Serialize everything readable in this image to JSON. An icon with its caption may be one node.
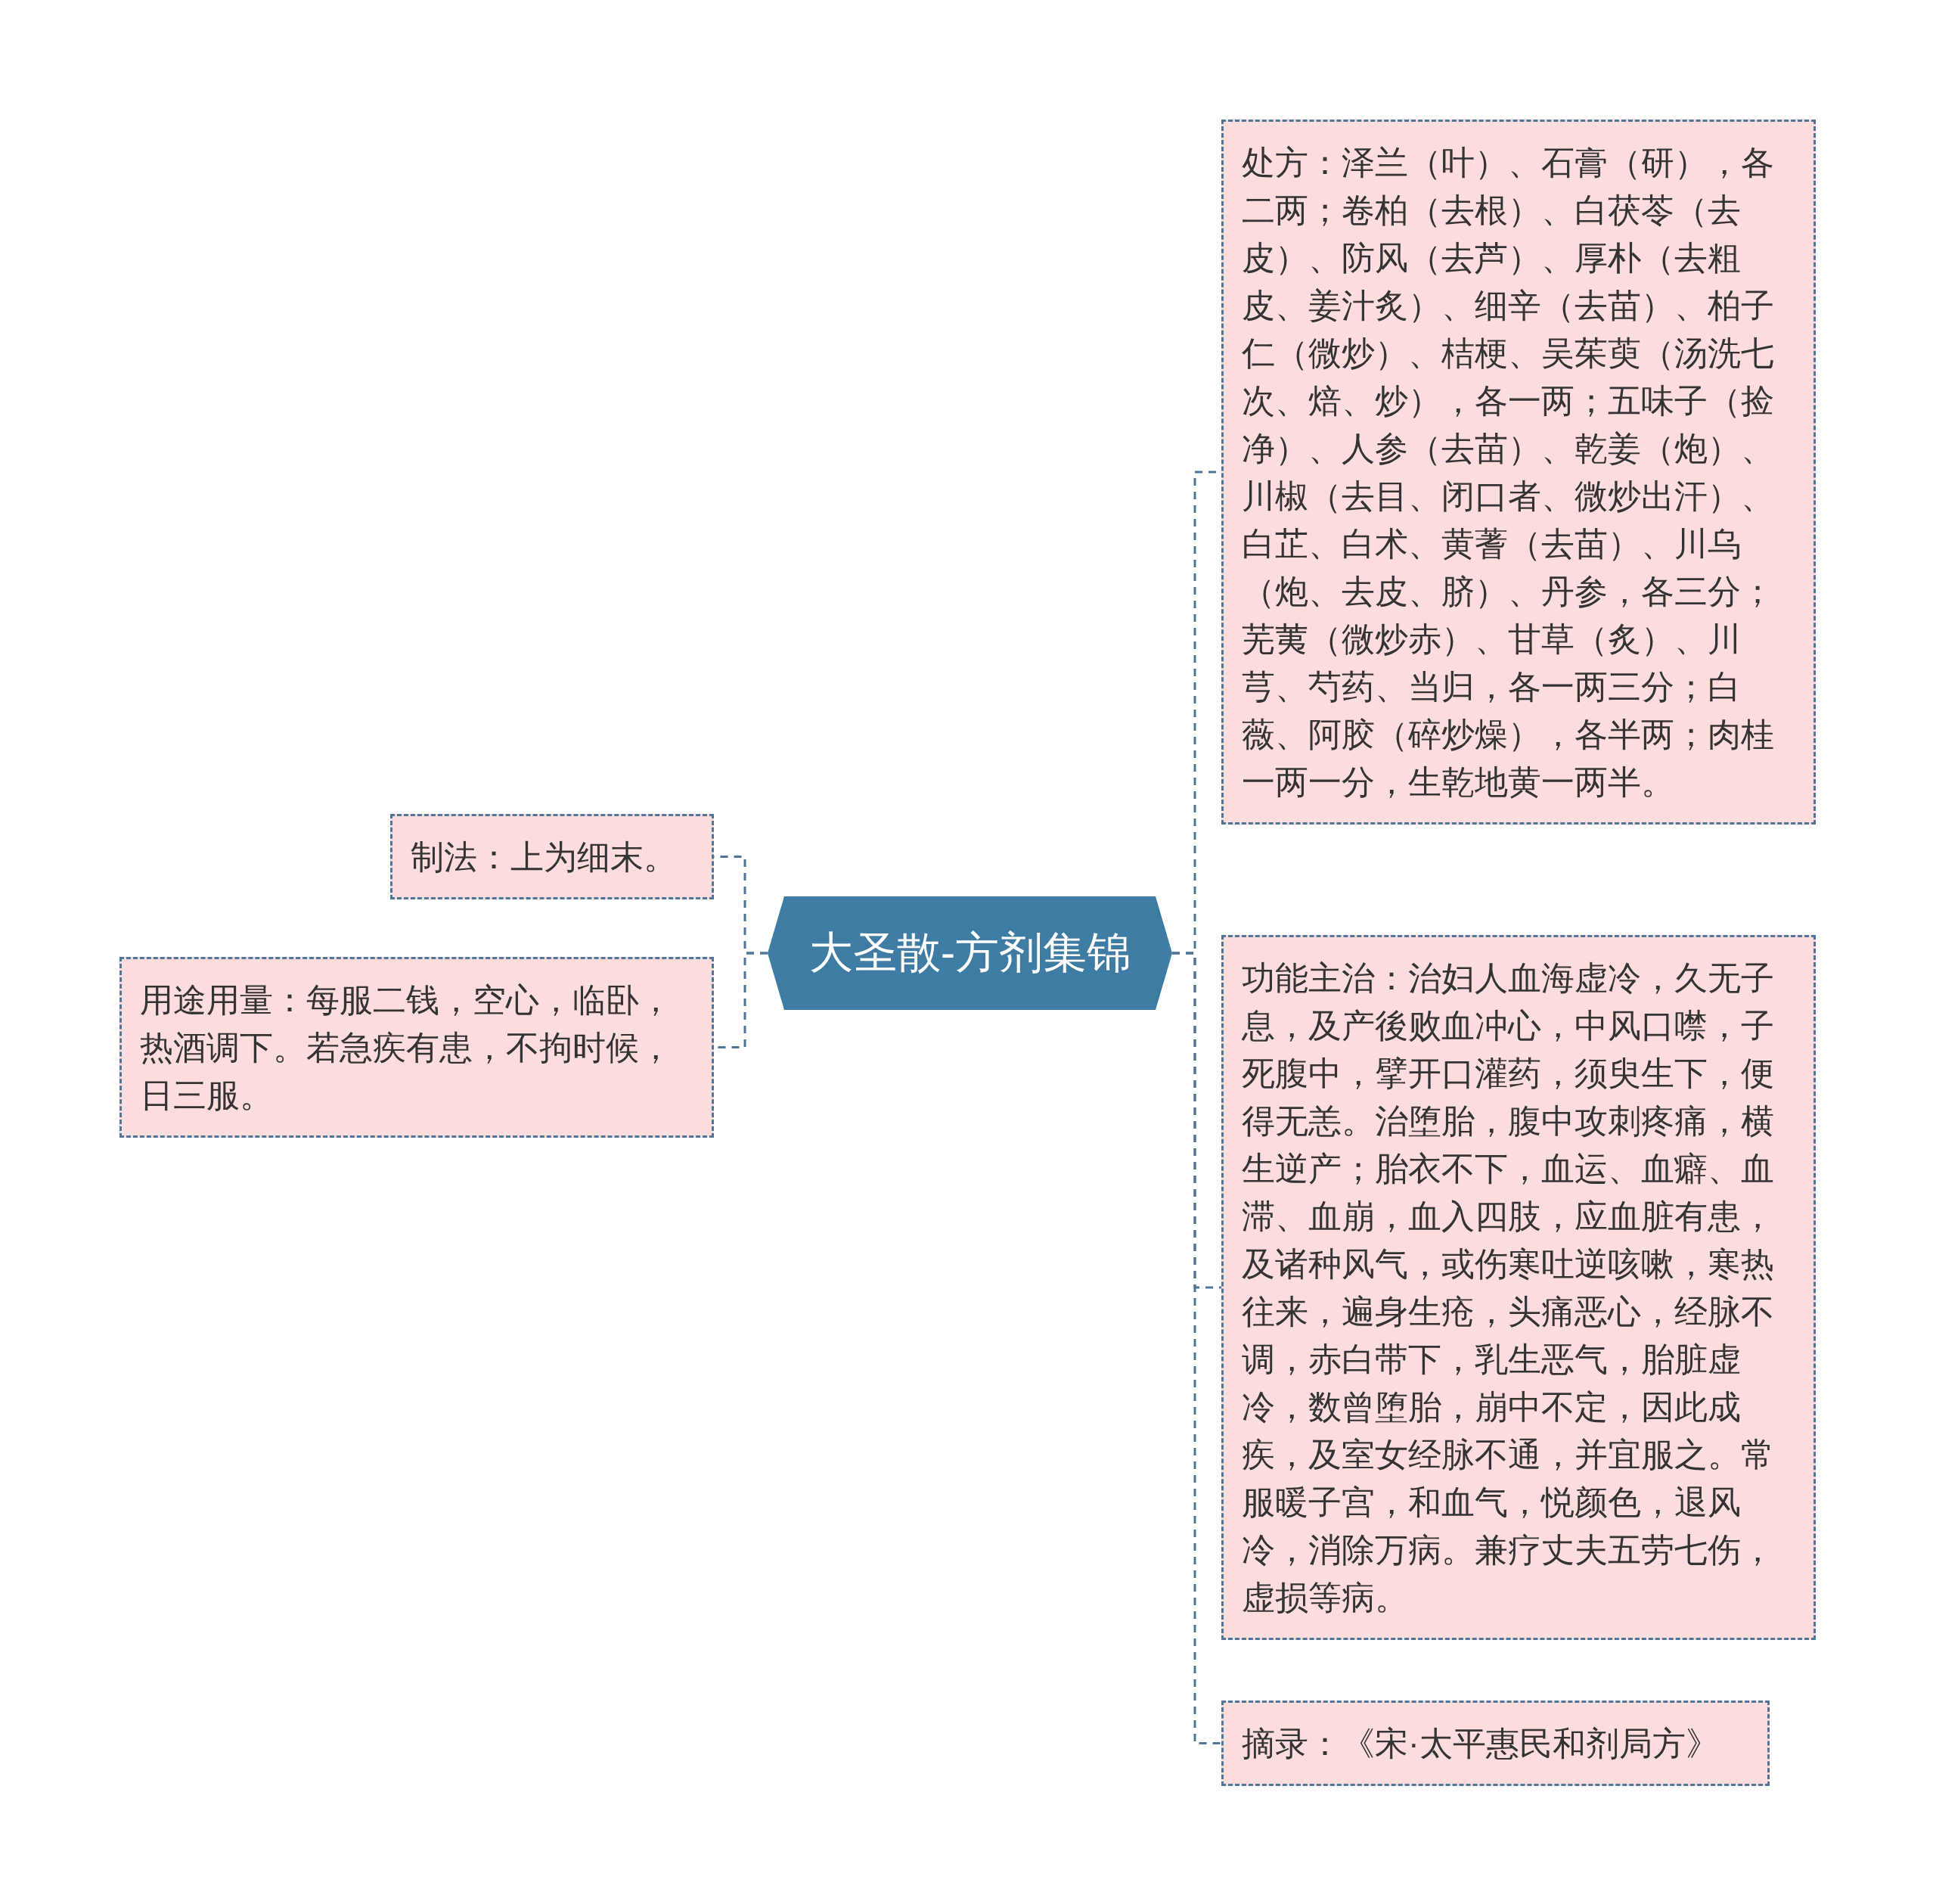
{
  "diagram": {
    "nodes": [
      {
        "text": [
          "大圣散-方剂集锦"
        ]
      },
      {
        "text": [
          "处方：泽兰（叶）、石膏（研），各二两；卷柏（去根）、白茯苓（去皮）、防风（去芦）、厚朴（去粗皮、姜汁炙）、细辛（去苗）、柏子仁（微炒）、桔梗、吴茱萸（汤洗七次、焙、炒），各一两；五味子（捡净）、人参（去苗）、乾姜（炮）、川椒（去目、闭口者、微炒出汗）、白芷、白术、黄蓍（去苗）、川乌（炮、去皮、脐）、丹参，各三分；芜荑（微炒赤）、甘草（炙）、川芎、芍药、当归，各一两三分；白薇、阿胶（碎炒燥），各半两；肉桂一两一分，生乾地黄一两半。"
        ]
      },
      {
        "text": [
          "功能主治：治妇人血海虚冷，久无子息，及产後败血冲心，中风口噤，子死腹中，擘开口灌药，须臾生下，便得无恙。治堕胎，腹中攻刺疼痛，横生逆产；胎衣不下，血运、血癖、血滞、血崩，血入四肢，应血脏有患，及诸种风气，或伤寒吐逆咳嗽，寒热往来，遍身生疮，头痛恶心，经脉不调，赤白带下，乳生恶气，胎脏虚冷，数曾堕胎，崩中不定，因此成疾，及室女经脉不通，并宜服之。常服暖子宫，和血气，悦颜色，退风冷，消除万病。兼疗丈夫五劳七伤，虚损等病。"
        ]
      },
      {
        "text": [
          "摘录：《宋·太平惠民和剂局方》"
        ]
      },
      {
        "text": [
          "制法：上为细末。"
        ]
      },
      {
        "text": [
          "用途用量：每服二钱，空心，临卧，热酒调下。若急疾有患，不拘时候，日三服。"
        ]
      }
    ],
    "edges": [
      {
        "from": 0,
        "to": 1,
        "arrow": "none"
      },
      {
        "from": 0,
        "to": 2,
        "arrow": "none"
      },
      {
        "from": 0,
        "to": 3,
        "arrow": "none"
      },
      {
        "from": 0,
        "to": 4,
        "arrow": "none"
      },
      {
        "from": 0,
        "to": 5,
        "arrow": "none"
      }
    ]
  }
}
